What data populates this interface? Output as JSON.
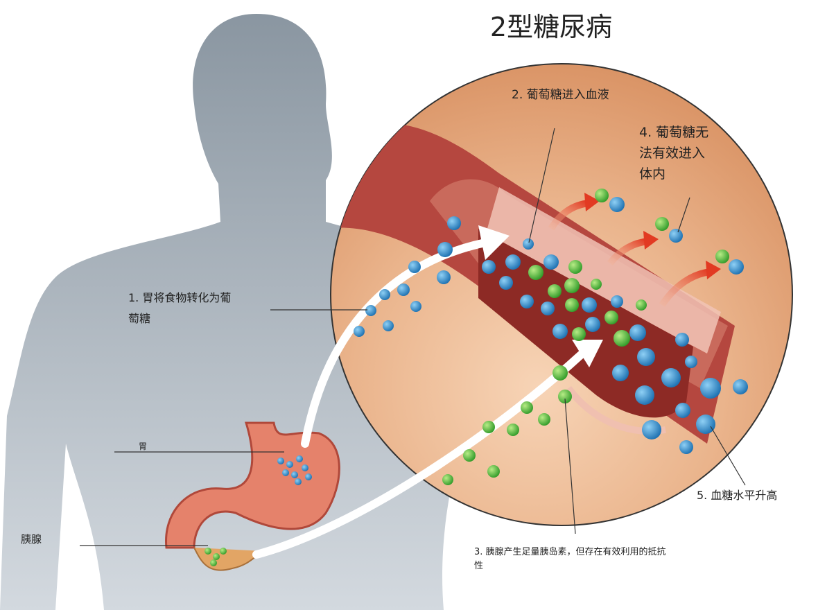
{
  "title": "2型糖尿病",
  "labels": {
    "step1": [
      "1. 胃将食物转化为葡",
      "萄糖"
    ],
    "step2": "2. 葡萄糖进入血液",
    "step3": [
      "3. 胰腺产生足量胰岛素，但存在有效利用的抵抗",
      "性"
    ],
    "step4": [
      "4. 葡萄糖无",
      "法有效进入",
      "体内"
    ],
    "step5": "5. 血糖水平升高",
    "stomach": "胃",
    "pancreas": "胰腺"
  },
  "colors": {
    "silhouette": "#8f9aa4",
    "glucose": "#2a86c4",
    "insulin": "#4caf3a",
    "vessel": "#b5473f",
    "zoom_bg": "#e0a37a"
  }
}
